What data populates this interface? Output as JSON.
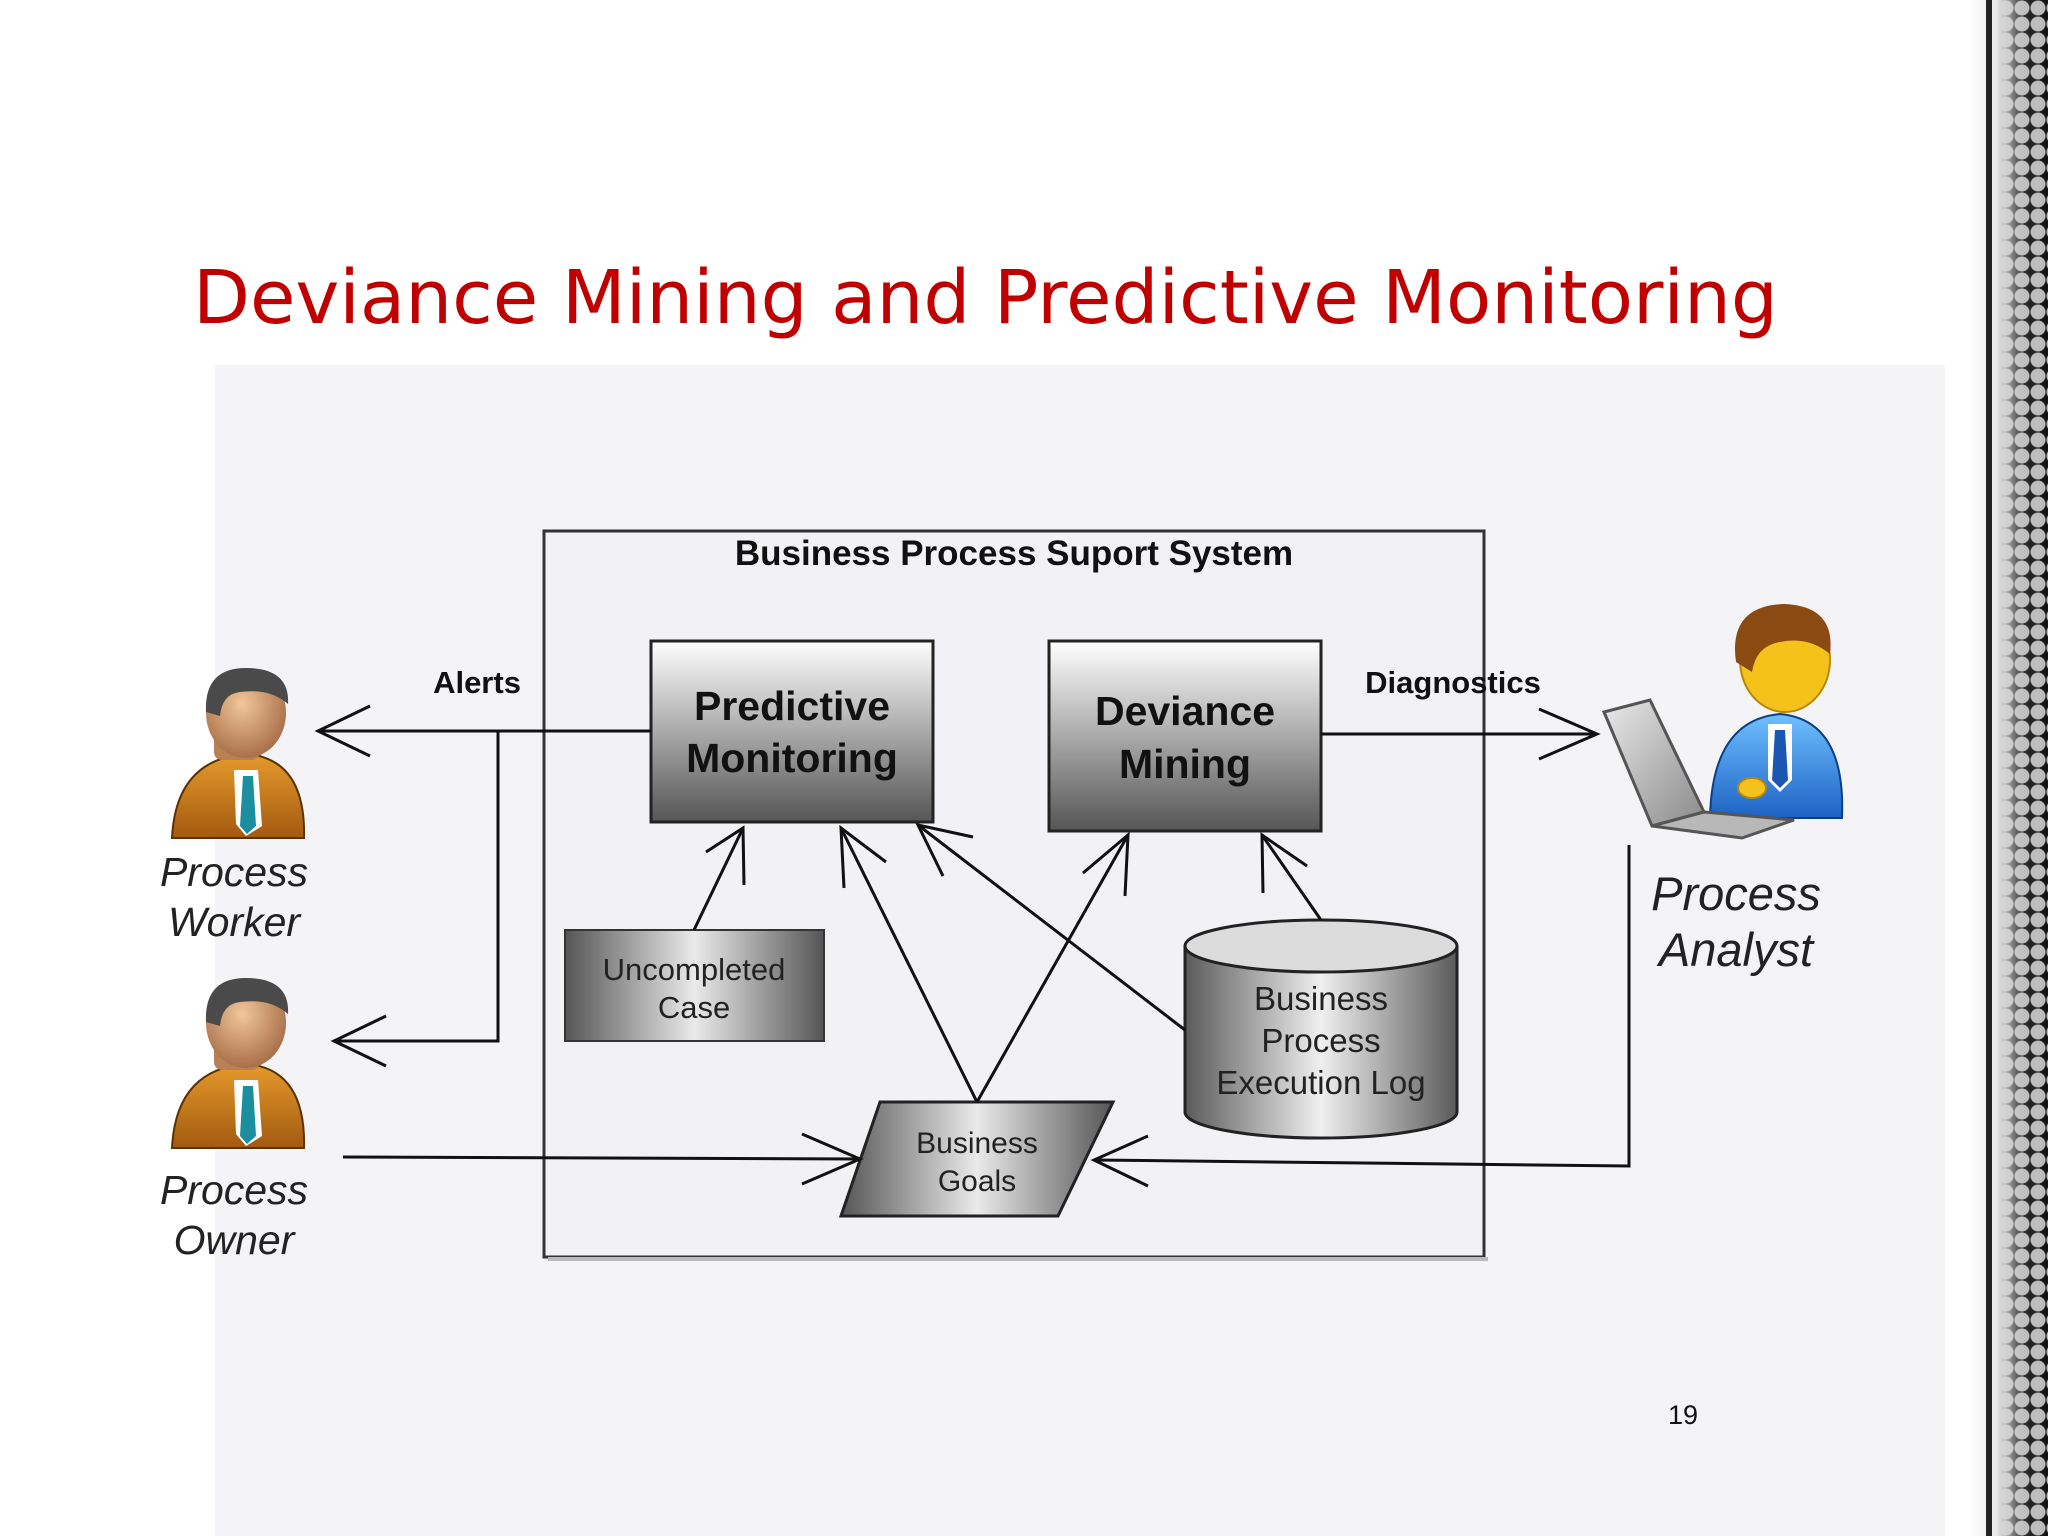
{
  "slide": {
    "title": "Deviance Mining and Predictive Monitoring",
    "page_number": "19"
  },
  "diagram": {
    "system_label": "Business Process Suport System",
    "nodes": {
      "predictive_monitoring": [
        "Predictive",
        "Monitoring"
      ],
      "deviance_mining": [
        "Deviance",
        "Mining"
      ],
      "uncompleted_case": [
        "Uncompleted",
        "Case"
      ],
      "execution_log": [
        "Business",
        "Process",
        "Execution Log"
      ],
      "business_goals": [
        "Business",
        "Goals"
      ]
    },
    "edges": {
      "alerts": "Alerts",
      "diagnostics": "Diagnostics"
    },
    "actors": {
      "process_worker": [
        "Process",
        "Worker"
      ],
      "process_owner": [
        "Process",
        "Owner"
      ],
      "process_analyst": [
        "Process",
        "Analyst"
      ]
    }
  },
  "colors": {
    "title": "#c00000",
    "box_light": "#ffffff",
    "box_dark": "#555555",
    "line": "#111111",
    "figure_bg": "#f4f3f5",
    "system_bg": "#f2f1f4"
  }
}
